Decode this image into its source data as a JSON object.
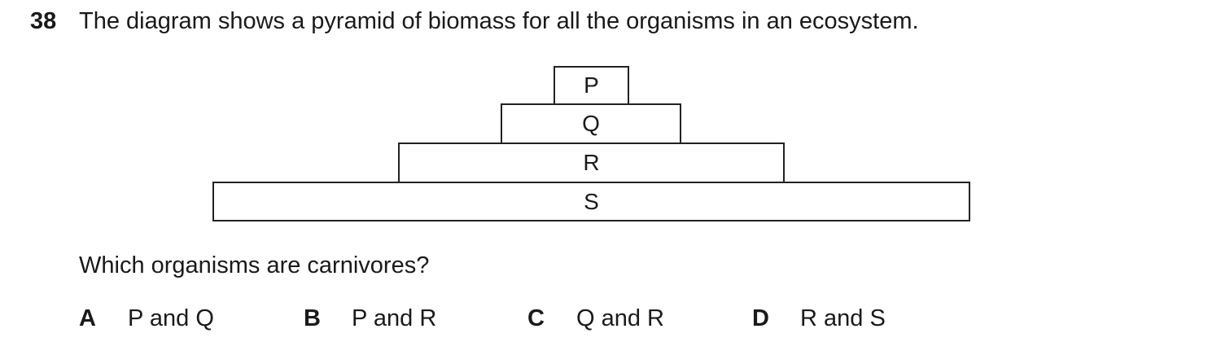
{
  "question": {
    "number": "38",
    "text": "The diagram shows a pyramid of biomass for all the organisms in an ecosystem.",
    "prompt": "Which organisms are carnivores?"
  },
  "pyramid": {
    "levels": [
      "P",
      "Q",
      "R",
      "S"
    ]
  },
  "options": [
    {
      "letter": "A",
      "text": "P and Q"
    },
    {
      "letter": "B",
      "text": "P and R"
    },
    {
      "letter": "C",
      "text": "Q and R"
    },
    {
      "letter": "D",
      "text": "R and S"
    }
  ]
}
